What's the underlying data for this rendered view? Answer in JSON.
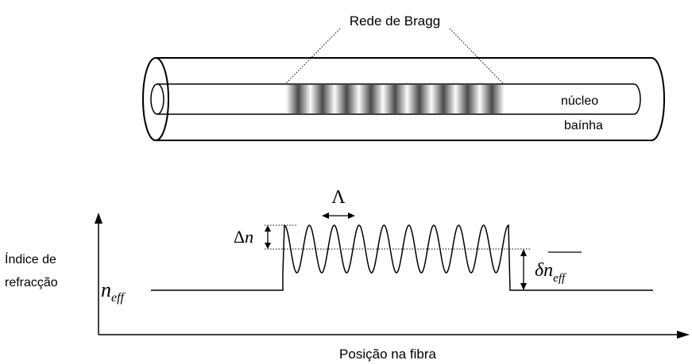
{
  "fiber": {
    "grating_label": "Rede de Bragg",
    "core_label": "núcleo",
    "cladding_label": "baínha",
    "grating_fringes": 9
  },
  "profile": {
    "period_symbol": "Λ",
    "amplitude_delta": "Δ",
    "amplitude_n": "n",
    "mean_change_delta": "δ",
    "mean_change_n": "n",
    "mean_change_sub": "eff",
    "baseline_n": "n",
    "baseline_sub": "eff",
    "oscillation_peaks": 9,
    "y_axis_label_line1": "Índice de",
    "y_axis_label_line2": "refracção",
    "x_axis_label": "Posição na fibra"
  },
  "colors": {
    "ink": "#000000",
    "grating_dark": "#4a4a4a",
    "grating_light": "#ffffff",
    "fiber_edge": "#000000"
  }
}
